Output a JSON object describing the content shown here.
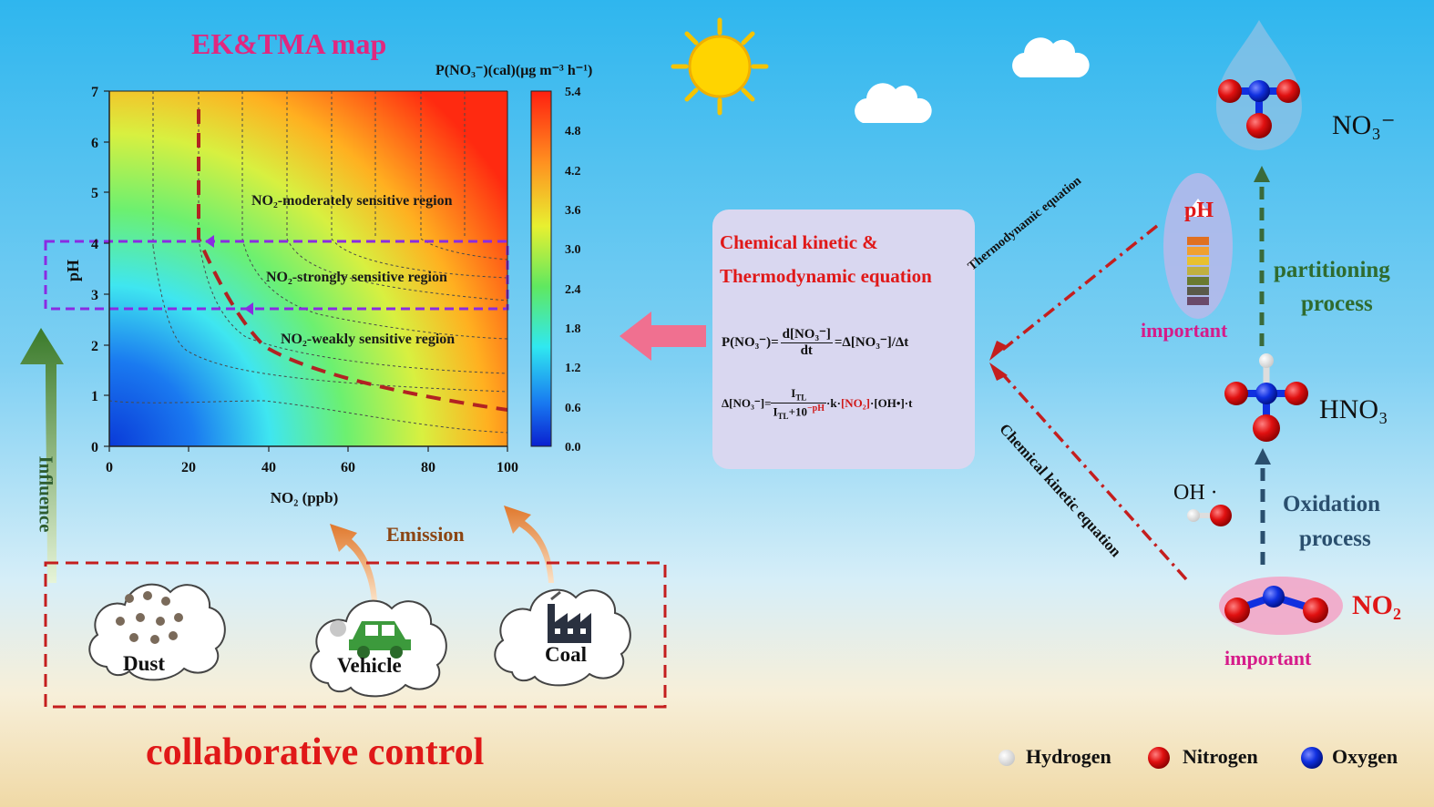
{
  "map": {
    "title": "EK&TMA map",
    "colorbar_label": "P(NO₃⁻)(cal)(μg m⁻³ h⁻¹)",
    "colorbar_ticks": [
      "5.4",
      "4.8",
      "4.2",
      "3.6",
      "3.0",
      "2.4",
      "1.8",
      "1.2",
      "0.6",
      "0.0"
    ],
    "x_axis_label": "NO₂ (ppb)",
    "y_axis_label": "pH",
    "x_ticks": [
      "0",
      "20",
      "40",
      "60",
      "80",
      "100"
    ],
    "y_ticks": [
      "0",
      "1",
      "2",
      "3",
      "4",
      "5",
      "6",
      "7"
    ],
    "regions": {
      "moderate": "NO₂-moderately sensitive region",
      "strong": "NO₂-strongly sensitive region",
      "weak": "NO₂-weakly sensitive region"
    }
  },
  "equations": {
    "title_line1": "Chemical kinetic &",
    "title_line2": "Thermodynamic equation",
    "eq1_left": "P(NO₃⁻)=",
    "eq1_num": "d[NO₃⁻]",
    "eq1_den": "dt",
    "eq1_right": "=Δ[NO₃⁻]/Δt",
    "eq2_left": "Δ[NO₃⁻]=",
    "eq2_num": "I",
    "eq2_num_sub": "TL",
    "eq2_den_a": "I",
    "eq2_den_sub": "TL",
    "eq2_den_b": "+10",
    "eq2_den_exp": "−pH",
    "eq2_right_a": "·k·",
    "eq2_right_b": "[NO₂]",
    "eq2_right_c": "·[OH•]·t"
  },
  "sources": {
    "influence": "Influence",
    "emission": "Emission",
    "dust": "Dust",
    "vehicle": "Vehicle",
    "coal": "Coal"
  },
  "footer": {
    "title": "collaborative control"
  },
  "chemistry": {
    "no3": "NO₃⁻",
    "hno3": "HNO₃",
    "no2": "NO₂",
    "oh": "OH ·",
    "ph": "pH",
    "important_top": "important",
    "important_bottom": "important",
    "partitioning_1": "partitioning",
    "partitioning_2": "process",
    "oxidation_1": "Oxidation",
    "oxidation_2": "process",
    "thermo_eq": "Thermodynamic equation",
    "kinetic_eq": "Chemical kinetic equation"
  },
  "legend": {
    "hydrogen": "Hydrogen",
    "nitrogen": "Nitrogen",
    "oxygen": "Oxygen"
  },
  "colors": {
    "title_pink": "#e0287f",
    "red_text": "#e01818",
    "brown": "#8b4513",
    "dark_green": "#2f5d2f",
    "steel_blue": "#2a4f6e",
    "magenta": "#d61b8a"
  }
}
